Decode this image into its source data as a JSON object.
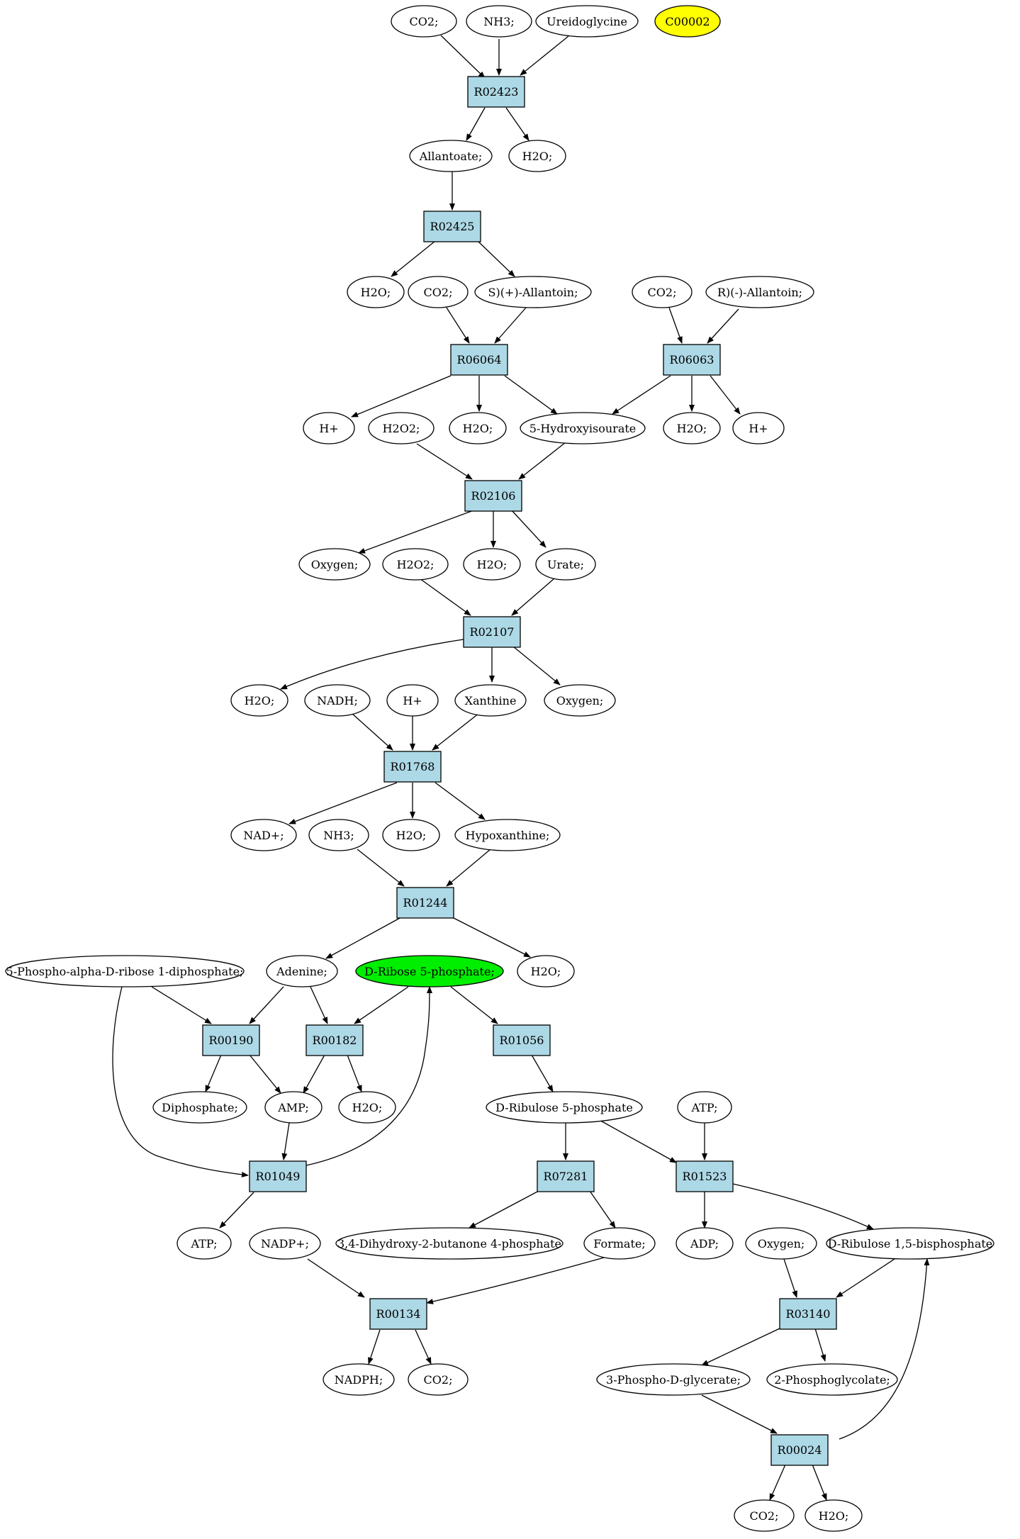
{
  "colors": {
    "reaction_fill": "#add8e6",
    "compound_fill": "#ffffff",
    "query_compound_fill": "#ffff00",
    "highlighted_compound_fill": "#00ee00",
    "line": "#000000"
  },
  "reactions": {
    "R02423": "R02423",
    "R02425": "R02425",
    "R06064": "R06064",
    "R06063": "R06063",
    "R02106": "R02106",
    "R02107": "R02107",
    "R01768": "R01768",
    "R01244": "R01244",
    "R00190": "R00190",
    "R00182": "R00182",
    "R01056": "R01056",
    "R01049": "R01049",
    "R07281": "R07281",
    "R01523": "R01523",
    "R00134": "R00134",
    "R03140": "R03140",
    "R00024": "R00024"
  },
  "compounds": {
    "co2_a": "CO2;",
    "nh3_a": "NH3;",
    "ureidoglycine": "Ureidoglycine",
    "c00002": "C00002",
    "allantoate": "Allantoate;",
    "h2o_a": "H2O;",
    "h2o_b": "H2O;",
    "co2_b": "CO2;",
    "s_allantoin": "S)(+)-Allantoin;",
    "co2_c": "CO2;",
    "r_allantoin": "R)(-)-Allantoin;",
    "hplus_a": "H+",
    "h2o2_a": "H2O2;",
    "h2o_c": "H2O;",
    "hydroxyisourate": "5-Hydroxyisourate",
    "h2o_d": "H2O;",
    "hplus_b": "H+",
    "oxygen_a": "Oxygen;",
    "h2o2_b": "H2O2;",
    "h2o_e": "H2O;",
    "urate": "Urate;",
    "h2o_f": "H2O;",
    "nadh": "NADH;",
    "hplus_c": "H+",
    "xanthine": "Xanthine",
    "oxygen_b": "Oxygen;",
    "nadplus": "NAD+;",
    "nh3_b": "NH3;",
    "h2o_g": "H2O;",
    "hypoxanthine": "Hypoxanthine;",
    "prpp": "5-Phospho-alpha-D-ribose 1-diphosphate;",
    "adenine": "Adenine;",
    "ribose5p": "D-Ribose 5-phosphate;",
    "h2o_h": "H2O;",
    "diphosphate": "Diphosphate;",
    "amp": "AMP;",
    "h2o_i": "H2O;",
    "ribulose5p": "D-Ribulose 5-phosphate",
    "atp_a": "ATP;",
    "atp_b": "ATP;",
    "nadpplus": "NADP+;",
    "dhbp": "3,4-Dihydroxy-2-butanone 4-phosphate",
    "formate": "Formate;",
    "adp": "ADP;",
    "oxygen_c": "Oxygen;",
    "rubp": "D-Ribulose 1,5-bisphosphate",
    "nadph": "NADPH;",
    "co2_d": "CO2;",
    "pga": "3-Phospho-D-glycerate;",
    "phosphoglycolate": "2-Phosphoglycolate;",
    "co2_e": "CO2;",
    "h2o_j": "H2O;"
  }
}
